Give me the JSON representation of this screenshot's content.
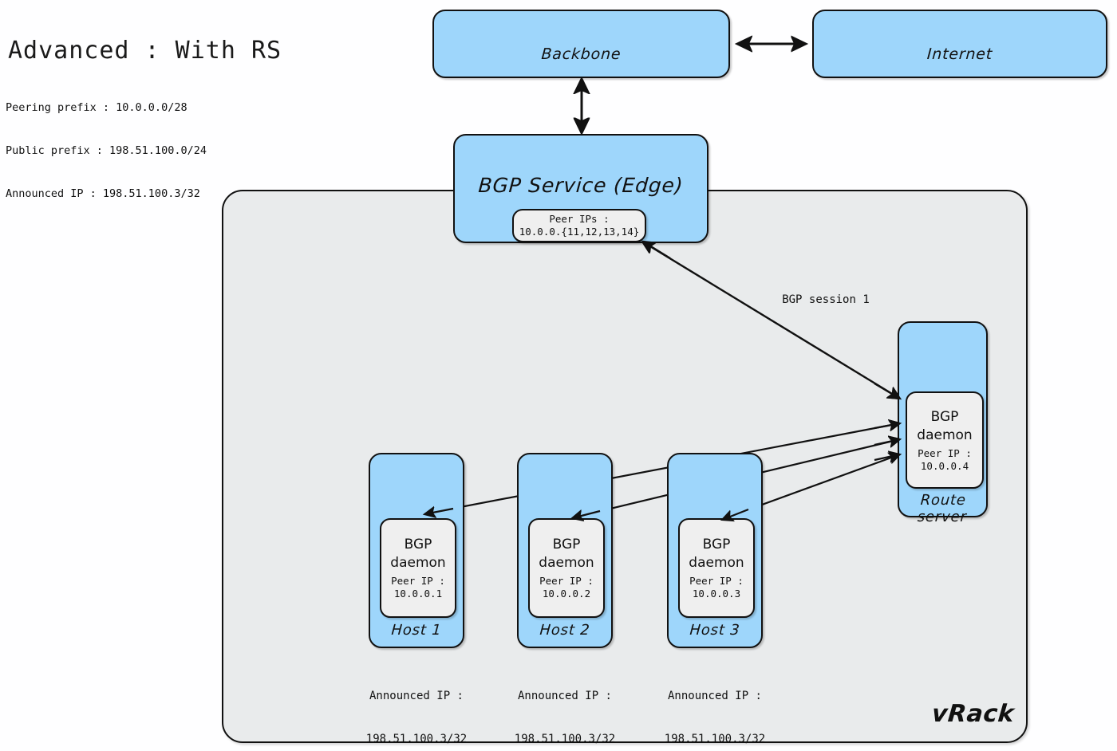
{
  "title": "Advanced : With RS",
  "subtitle_lines": [
    "Peering prefix : 10.0.0.0/28",
    "Public prefix : 198.51.100.0/24",
    "Announced IP : 198.51.100.3/32"
  ],
  "colors": {
    "node_fill": "#9ed6fb",
    "inner_fill": "#efefef",
    "container_fill": "#e9ebec",
    "stroke": "#111111",
    "page_bg": "#fefeff"
  },
  "nodes": {
    "backbone": {
      "label": "Backbone"
    },
    "internet": {
      "label": "Internet"
    },
    "bgp_service": {
      "label": "BGP Service (Edge)",
      "inner": {
        "line1": "Peer IPs :",
        "line2": "10.0.0.{11,12,13,14}"
      }
    },
    "route_server": {
      "label": "Route server",
      "inner": {
        "title_line1": "BGP",
        "title_line2": "daemon",
        "sub_line1": "Peer IP :",
        "sub_line2": "10.0.0.4"
      }
    },
    "hosts": [
      {
        "label": "Host 1",
        "inner": {
          "title_line1": "BGP",
          "title_line2": "daemon",
          "sub_line1": "Peer IP :",
          "sub_line2": "10.0.0.1"
        },
        "announced_line1": "Announced IP :",
        "announced_line2": "198.51.100.3/32"
      },
      {
        "label": "Host 2",
        "inner": {
          "title_line1": "BGP",
          "title_line2": "daemon",
          "sub_line1": "Peer IP :",
          "sub_line2": "10.0.0.2"
        },
        "announced_line1": "Announced IP :",
        "announced_line2": "198.51.100.3/32"
      },
      {
        "label": "Host 3",
        "inner": {
          "title_line1": "BGP",
          "title_line2": "daemon",
          "sub_line1": "Peer IP :",
          "sub_line2": "10.0.0.3"
        },
        "announced_line1": "Announced IP :",
        "announced_line2": "198.51.100.3/32"
      }
    ],
    "vrack": {
      "logo": "vRack"
    }
  },
  "edges": {
    "session1_label": "BGP session 1"
  }
}
